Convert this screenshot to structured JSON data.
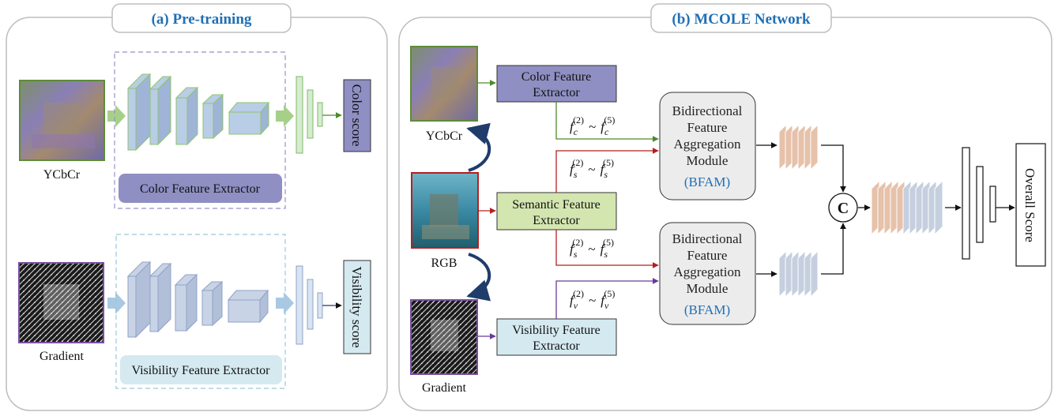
{
  "panel_a": {
    "title": "(a) Pre-training",
    "ycbcr_label": "YCbCr",
    "gradient_label": "Gradient",
    "color_extractor_label": "Color Feature Extractor",
    "visibility_extractor_label": "Visibility Feature Extractor",
    "color_score": "Color score",
    "visibility_score": "Visibility score"
  },
  "panel_b": {
    "title": "(b) MCOLE Network",
    "ycbcr_label": "YCbCr",
    "rgb_label": "RGB",
    "gradient_label": "Gradient",
    "color_extractor": [
      "Color Feature",
      "Extractor"
    ],
    "semantic_extractor": [
      "Semantic Feature",
      "Extractor"
    ],
    "visibility_extractor": [
      "Visibility Feature",
      "Extractor"
    ],
    "feature_c": {
      "base": "f",
      "sub": "c",
      "range": [
        "(2)",
        "(5)"
      ]
    },
    "feature_s_top": {
      "base": "f",
      "sub": "s",
      "range": [
        "(2)",
        "(5)"
      ]
    },
    "feature_s_bottom": {
      "base": "f",
      "sub": "s",
      "range": [
        "(2)",
        "(5)"
      ]
    },
    "feature_v": {
      "base": "f",
      "sub": "v",
      "range": [
        "(2)",
        "(5)"
      ]
    },
    "tilde": "~",
    "bfam_top": [
      "Bidirectional",
      "Feature",
      "Aggregation",
      "Module",
      "(BFAM)"
    ],
    "bfam_bottom": [
      "Bidirectional",
      "Feature",
      "Aggregation",
      "Module",
      "(BFAM)"
    ],
    "concat_symbol": "C",
    "overall_score": "Overall Score"
  },
  "colors": {
    "title_blue": "#1f6fb4",
    "color_purple": "#8f8fc3",
    "color_green_border": "#5e8b3a",
    "semantic_green": "#d3e6b0",
    "semantic_red_border": "#b52020",
    "visibility_blue": "#d5e9f0",
    "gradient_purple": "#7a4fa3",
    "bfam_fill": "#ececec",
    "peach": "#e6c2aa",
    "gray_blue": "#c5cfdf"
  }
}
